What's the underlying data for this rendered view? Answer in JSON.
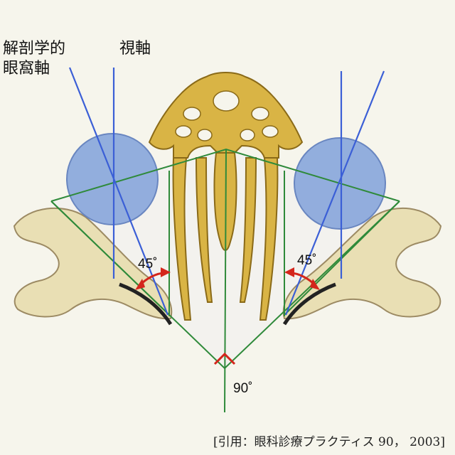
{
  "labels": {
    "anatomical_axis_line1": "解剖学的",
    "anatomical_axis_line2": "眼窩軸",
    "visual_axis": "視軸"
  },
  "angles": {
    "left": "45˚",
    "right": "45˚",
    "apex": "90˚"
  },
  "citation": "[引用：眼科診療プラクティス 90， 2003]",
  "colors": {
    "background": "#f6f5ec",
    "bone": "#e9dfb4",
    "bone_outline": "#9c8a63",
    "sinus": "#d9b445",
    "sinus_outline": "#8a6a18",
    "eyeball": "#8aa8dc",
    "axis_line": "#3b5fd6",
    "triangle": "#2f8a3a",
    "arrow": "#d4261c"
  }
}
